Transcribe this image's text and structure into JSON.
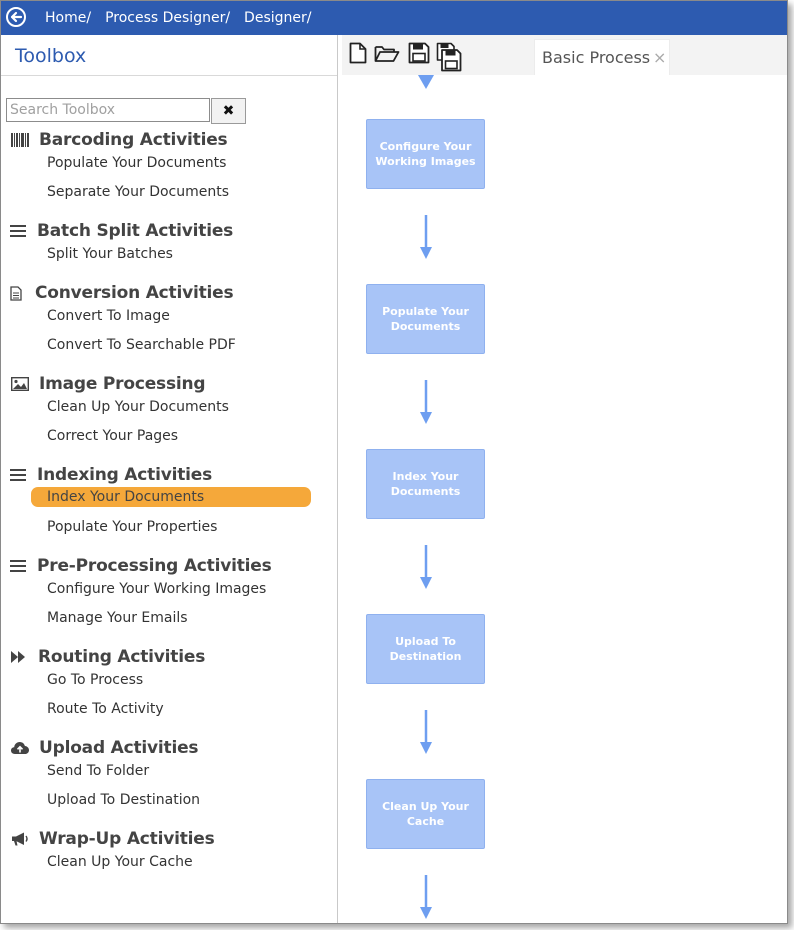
{
  "breadcrumbs": [
    "Home/",
    "Process Designer/",
    "Designer/"
  ],
  "toolbox": {
    "title": "Toolbox",
    "search_placeholder": "Search Toolbox",
    "clear_label": "✖",
    "groups": [
      {
        "label": "Barcoding Activities",
        "icon": "barcode-icon",
        "items": [
          "Populate Your Documents",
          "Separate Your Documents"
        ]
      },
      {
        "label": "Batch Split Activities",
        "icon": "list-icon",
        "items": [
          "Split Your Batches"
        ]
      },
      {
        "label": "Conversion Activities",
        "icon": "document-icon",
        "items": [
          "Convert To Image",
          "Convert To Searchable PDF"
        ]
      },
      {
        "label": "Image Processing",
        "icon": "image-icon",
        "items": [
          "Clean Up Your Documents",
          "Correct Your Pages"
        ]
      },
      {
        "label": "Indexing Activities",
        "icon": "list-icon",
        "items": [
          "Index Your Documents",
          "Populate Your Properties"
        ]
      },
      {
        "label": "Pre-Processing Activities",
        "icon": "list-icon",
        "items": [
          "Configure Your Working Images",
          "Manage Your Emails"
        ]
      },
      {
        "label": "Routing Activities",
        "icon": "fast-forward-icon",
        "items": [
          "Go To Process",
          "Route To Activity"
        ]
      },
      {
        "label": "Upload Activities",
        "icon": "cloud-upload-icon",
        "items": [
          "Send To Folder",
          "Upload To Destination"
        ]
      },
      {
        "label": "Wrap-Up Activities",
        "icon": "megaphone-icon",
        "items": [
          "Clean Up Your Cache"
        ]
      }
    ],
    "selected_item": "Index Your Documents"
  },
  "designer": {
    "tab_label": "Basic Process",
    "tab_close": "×",
    "toolbar_icons": [
      "new-document-icon",
      "open-folder-icon",
      "save-icon",
      "save-as-icon"
    ],
    "steps": [
      "Configure Your Working Images",
      "Populate Your Documents",
      "Index Your Documents",
      "Upload To Destination",
      "Clean Up Your Cache"
    ]
  },
  "colors": {
    "topbar": "#2d5bb0",
    "toolbox_title": "#2d5bb0",
    "selected_item": "#f5a83a",
    "step_fill": "#a8c4f7",
    "arrow": "#6e9ef0"
  }
}
